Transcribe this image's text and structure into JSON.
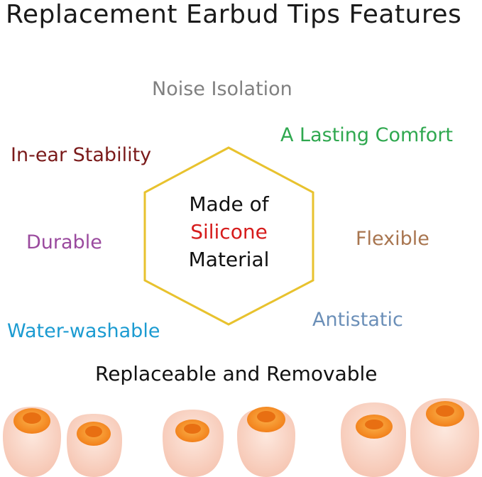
{
  "title": "Replacement Earbud Tips Features",
  "features": {
    "noise_isolation": "Noise Isolation",
    "lasting_comfort": "A Lasting Comfort",
    "in_ear_stability": "In-ear Stability",
    "durable": "Durable",
    "flexible": "Flexible",
    "antistatic": "Antistatic",
    "water_washable": "Water-washable",
    "replaceable": "Replaceable and Removable"
  },
  "center": {
    "line1": "Made of",
    "line2": "Silicone",
    "line3": "Material"
  },
  "colors": {
    "noise_isolation": "#808080",
    "lasting_comfort": "#2fa84f",
    "in_ear_stability": "#7a1a1a",
    "durable": "#9a4a9e",
    "flexible": "#a8754f",
    "antistatic": "#6b8fb8",
    "water_washable": "#1b9bd1",
    "silicone": "#d61c1c",
    "hexagon": "#e8c22e",
    "tip_orange": "#f7941d",
    "tip_body": "#f8d3c4"
  }
}
